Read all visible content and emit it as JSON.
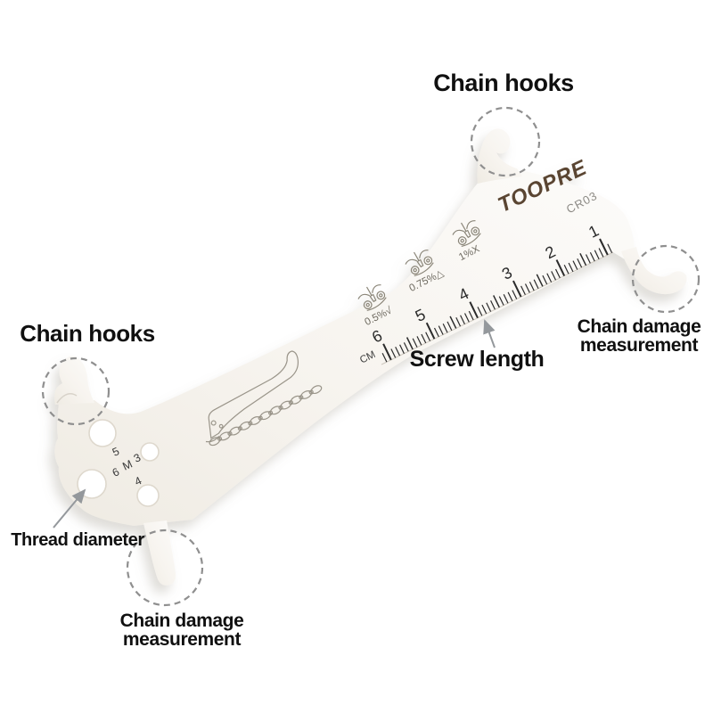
{
  "annotations": {
    "chain_hooks_top": "Chain hooks",
    "chain_hooks_left": "Chain hooks",
    "screw_length": "Screw length",
    "thread_diameter": "Thread diameter",
    "chain_damage_right": [
      "Chain damage",
      "measurement"
    ],
    "chain_damage_bottom": [
      "Chain damage",
      "measurement"
    ]
  },
  "tool": {
    "brand": "TOOPRE",
    "model": "CR03",
    "ruler_unit": "CM",
    "ruler_numbers": [
      "6",
      "5",
      "4",
      "3",
      "2",
      "1"
    ],
    "wear_marks": [
      "0.5%√",
      "0.75%△",
      "1%X"
    ],
    "hole_labels": [
      "5",
      "3",
      "M",
      "6",
      "4"
    ],
    "colors": {
      "brand_logo": "#5a4430",
      "model_text": "#8d8b86",
      "engraving": "#8a8578",
      "ruler_ink": "#2c2c2c",
      "label_text": "#101010",
      "arrow": "#94989c",
      "dashed_circle": "#8f8f8f",
      "tool_fill": "#f9f7f3"
    }
  }
}
